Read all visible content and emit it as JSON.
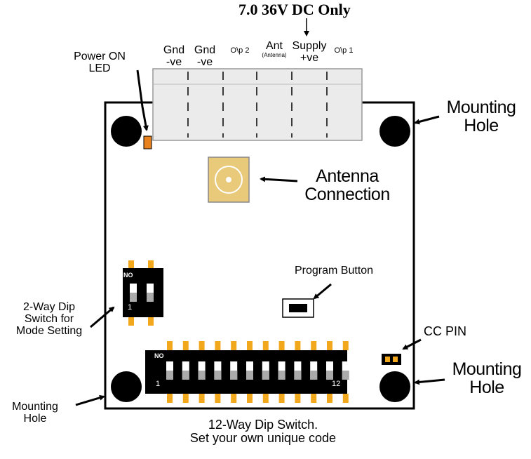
{
  "supply_note": "7.0  36V DC Only",
  "terminals": [
    {
      "line1": "Gnd",
      "line2": "-ve",
      "sub": ""
    },
    {
      "line1": "Gnd",
      "line2": "-ve",
      "sub": ""
    },
    {
      "line1": "O\\p 2",
      "line2": "",
      "sub": ""
    },
    {
      "line1": "Ant",
      "line2": "",
      "sub": "(Antenna)"
    },
    {
      "line1": "Supply",
      "line2": "+ve",
      "sub": ""
    },
    {
      "line1": "O\\p 1",
      "line2": "",
      "sub": ""
    }
  ],
  "labels": {
    "power_led": [
      "Power ON",
      "LED"
    ],
    "mounting_hole": [
      "Mounting",
      "Hole"
    ],
    "antenna_connection": [
      "Antenna",
      "Connection"
    ],
    "program_button": "Program Button",
    "two_way_dip": [
      "2-Way Dip",
      "Switch for",
      "Mode Setting"
    ],
    "cc_pin": "CC PIN",
    "twelve_way_dip": [
      "12-Way Dip Switch.",
      "Set your own unique code"
    ]
  },
  "dip2": {
    "on_label": "NO",
    "first": "1"
  },
  "dip12": {
    "on_label": "NO",
    "first": "1",
    "last": "12"
  },
  "colors": {
    "led": "#e8821e",
    "pad": "#f2a81d",
    "pad_ring": "#e9c97a",
    "switch_body": "#000000",
    "terminal_fill": "#ebebeb"
  }
}
